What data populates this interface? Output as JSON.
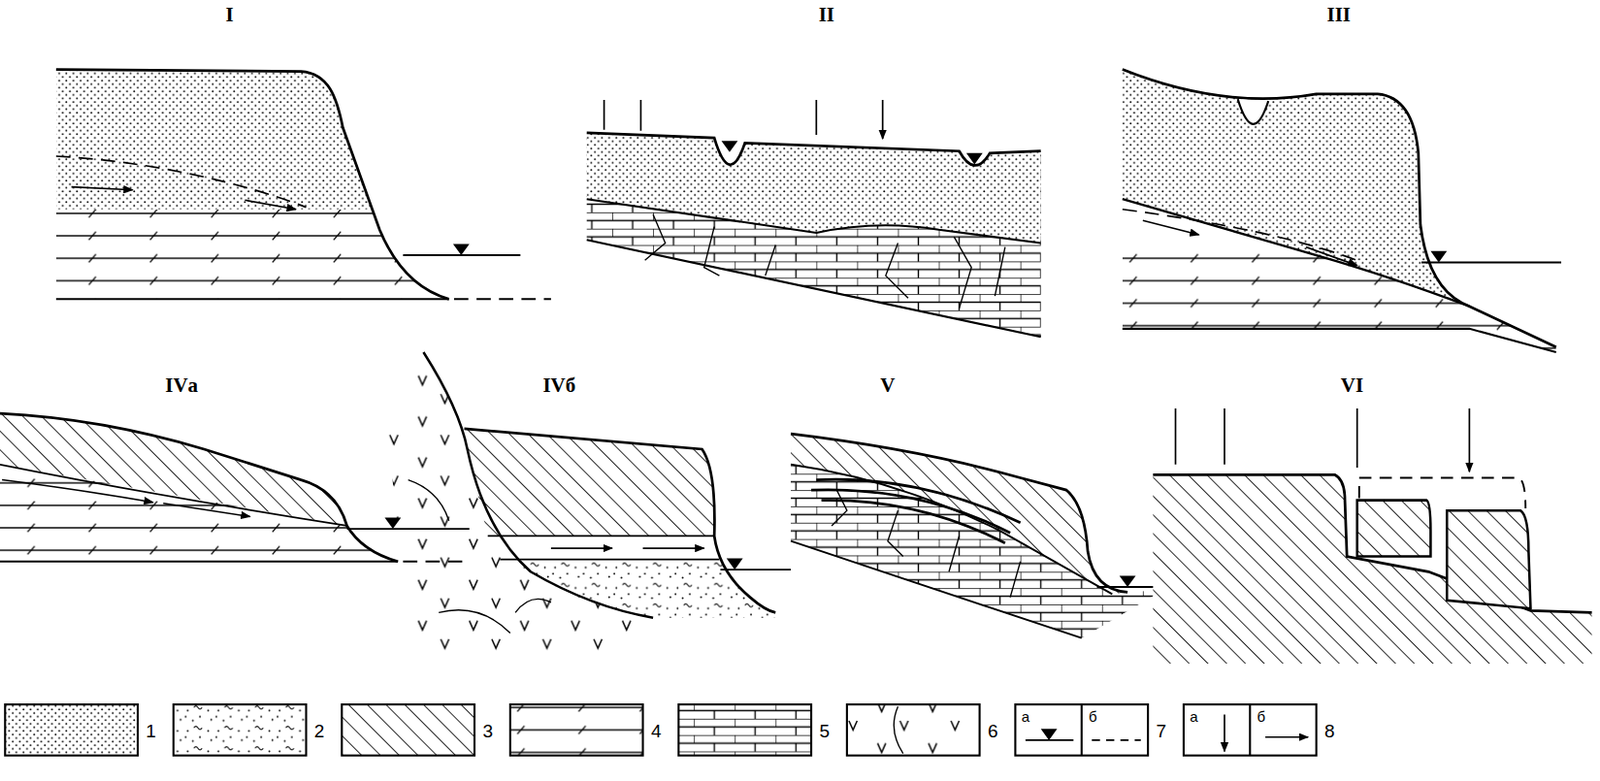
{
  "diagram": {
    "labels": [
      "I",
      "II",
      "III",
      "IVа",
      "IVб",
      "V",
      "VI",
      "а",
      "б",
      "а",
      "б"
    ],
    "legend": [
      {
        "text": "1"
      },
      {
        "text": "2"
      },
      {
        "text": "3"
      },
      {
        "text": "4"
      },
      {
        "text": "5"
      },
      {
        "text": "6"
      },
      {
        "text": "7"
      },
      {
        "text": "8"
      }
    ]
  }
}
